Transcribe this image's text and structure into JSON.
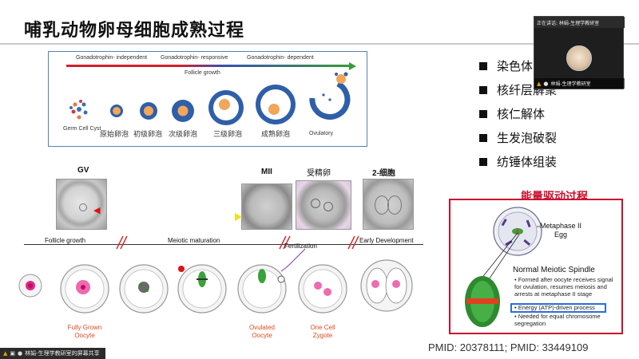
{
  "slide": {
    "title": "哺乳动物卵母细胞成熟过程"
  },
  "follicle_figure": {
    "stages": [
      "Gonadotrophin- independent",
      "Gonadotrophin- responsive",
      "Gonadotrophin- dependent"
    ],
    "growth_label": "Follicle growth",
    "captions": [
      "Germ Cell Cyst",
      "原始卵泡",
      "初级卵泡",
      "次级卵泡",
      "三级卵泡",
      "成熟卵泡",
      "Ovulatory"
    ]
  },
  "bullets": [
    "染色体",
    "核纤层解聚",
    "核仁解体",
    "生发泡破裂",
    "纺锤体组装"
  ],
  "video": {
    "speaking": "正在讲话: 林娟-生理学教研室",
    "name": "林娟-生理学教研室"
  },
  "maturation_figure": {
    "micro_labels": [
      "GV",
      "MII",
      "受精卵",
      "2-细胞"
    ],
    "phases": [
      "Follicle growth",
      "Meiotic maturation",
      "Early Development"
    ],
    "fertilization": "Fertilization",
    "sketch_labels": [
      {
        "line1": "Fully Grown",
        "line2": "Oocyte"
      },
      {
        "line1": "Ovulated",
        "line2": "Oocyte"
      },
      {
        "line1": "One Cell",
        "line2": "Zygote"
      }
    ]
  },
  "energy_box": {
    "title": "能量驱动过程",
    "egg_line1": "Metaphase II",
    "egg_line2": "Egg",
    "heading": "Normal Meiotic Spindle",
    "desc": "• Formed after oocyte receives signal for ovulation, resumes meiosis and arrests at metaphase II stage",
    "atp": "• Energy (ATP)-driven process",
    "notes": "• Needed for equal chromosome segregation"
  },
  "citation": "PMID: 20378111;   PMID: 33449109",
  "share_bar": {
    "label": "林娟-生理学教研室的屏幕共享"
  },
  "colors": {
    "accent_red": "#c8102e",
    "highlight_blue": "#2a6fd6",
    "sketch_orange": "#e04a1e"
  }
}
